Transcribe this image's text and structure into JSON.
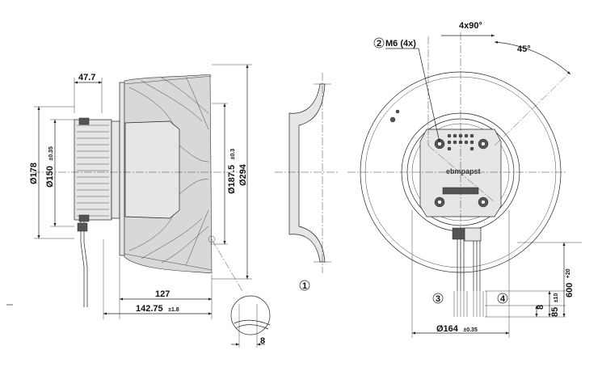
{
  "dimensions": {
    "d47_7": "47.7",
    "d178": "Ø178",
    "d150": "Ø150",
    "d150_tol": "±0.35",
    "d187_5": "Ø187.5",
    "d187_5_tol": "±0.3",
    "d294": "Ø294",
    "d127": "127",
    "d142_75": "142.75",
    "d142_75_tol": "±1.8",
    "d8_detail": "8",
    "d4x90": "4x90°",
    "d45": "45°",
    "m6": "M6 (4x)",
    "d164": "Ø164",
    "d164_tol": "±0.35",
    "d8_cable": "8",
    "d85": "85",
    "d85_tol": "±10",
    "d600": "600",
    "d600_tol": "+20"
  },
  "callouts": {
    "c1": "1",
    "c2": "2",
    "c3": "3",
    "c4": "4"
  },
  "brand": {
    "logo_text": "ebmpapst"
  }
}
